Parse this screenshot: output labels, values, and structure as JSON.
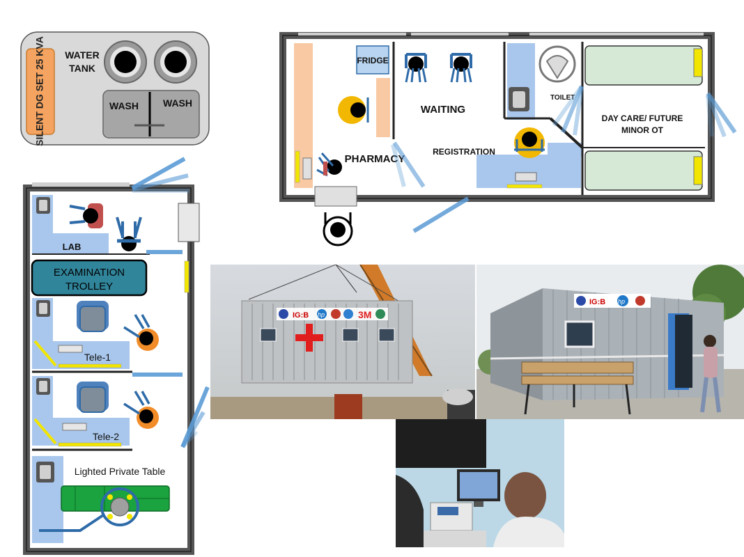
{
  "utility_panel": {
    "generator": "SILENT DG SET 25 KVA",
    "water_tank": [
      "WATER",
      "TANK"
    ],
    "wash_left": "WASH",
    "wash_right": "WASH"
  },
  "main_unit": {
    "fridge": "FRIDGE",
    "waiting": "WAITING",
    "pharmacy": "PHARMACY",
    "registration": "REGISTRATION",
    "toilet": "TOILET",
    "day_care": [
      "DAY CARE/ FUTURE",
      "MINOR OT"
    ]
  },
  "second_unit": {
    "lab": "LAB",
    "trolley": [
      "EXAMINATION",
      "TROLLEY"
    ],
    "tele1": "Tele-1",
    "tele2": "Tele-2",
    "private_table": "Lighted Private Table"
  },
  "photos": {
    "crane_logos": [
      "IG:B",
      "hp",
      "3M"
    ],
    "site_logos": [
      "IG:B",
      "hp"
    ]
  },
  "colors": {
    "wall": "#888888",
    "floor_blue": "#a9c7ec",
    "accent_blue": "#5b9bd5",
    "pharmacy_orange": "#f8c9a3",
    "bed_green": "#d6e8d6",
    "generator_orange": "#f4a460",
    "trolley_teal": "#31859b",
    "table_green": "#1aa33e",
    "yellow": "#f2e600"
  }
}
